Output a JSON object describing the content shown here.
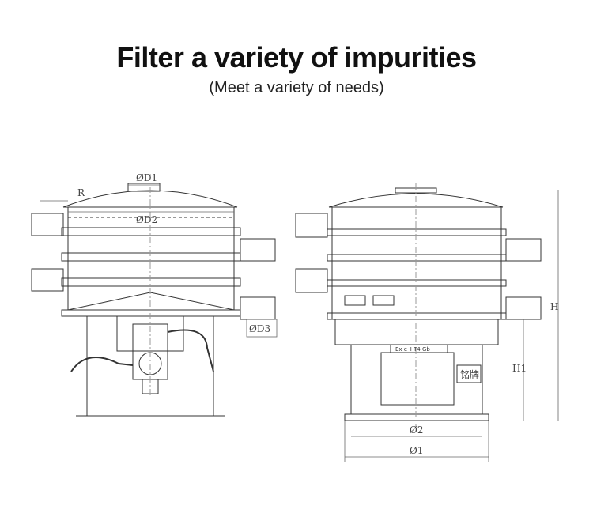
{
  "header": {
    "title": "Filter a variety of impurities",
    "subtitle": "(Meet a variety of needs)"
  },
  "left_view": {
    "dim_r": "R",
    "dim_d1": "ØD1",
    "dim_d2": "ØD2",
    "dim_d3": "ØD3"
  },
  "right_view": {
    "nameplate_text": "Ex e  Ⅱ T4 Gb",
    "badge_text": "铭牌",
    "dim_h": "H",
    "dim_h1": "H1",
    "dim_d2": "Ø2",
    "dim_d1": "Ø1"
  },
  "colors": {
    "line": "#333333",
    "dim_line": "#666666"
  }
}
